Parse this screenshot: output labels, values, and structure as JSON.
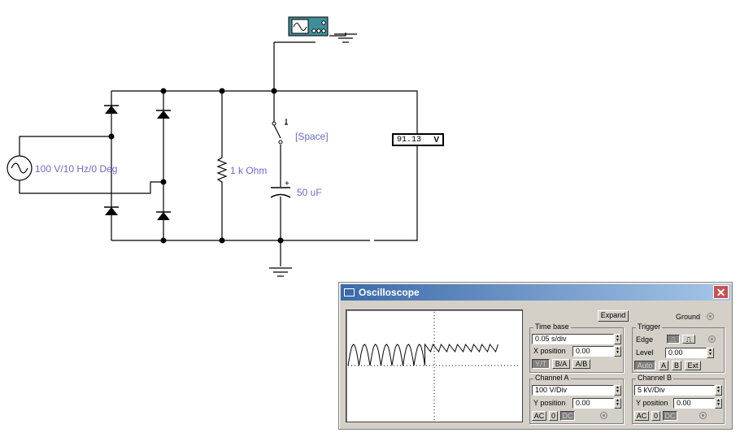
{
  "circuit": {
    "source_label": "100 V/10 Hz/0 Deg",
    "resistor_label": "1 k Ohm",
    "capacitor_label": "50 uF",
    "switch_key_label": "[Space]",
    "voltmeter_value": "91.13",
    "voltmeter_unit": "V"
  },
  "oscilloscope": {
    "title": "Oscilloscope",
    "close_label": "✕",
    "expand_label": "Expand",
    "ground_label": "Ground",
    "time_base": {
      "title": "Time base",
      "value": "0.05 s/div",
      "x_position_label": "X position",
      "x_position_value": "0.00",
      "mode_buttons": [
        "Y/T",
        "B/A",
        "A/B"
      ]
    },
    "trigger": {
      "title": "Trigger",
      "edge_label": "Edge",
      "level_label": "Level",
      "level_value": "0.00",
      "source_buttons": [
        "Auto",
        "A",
        "B",
        "Ext"
      ]
    },
    "channel_a": {
      "title": "Channel A",
      "value": "100  V/Div",
      "y_position_label": "Y position",
      "y_position_value": "0.00",
      "coupling": [
        "AC",
        "0",
        "DC"
      ]
    },
    "channel_b": {
      "title": "Channel B",
      "value": " 5 kV/Div",
      "y_position_label": "Y position",
      "y_position_value": "0.00",
      "coupling": [
        "AC",
        "0",
        "DC"
      ]
    }
  }
}
